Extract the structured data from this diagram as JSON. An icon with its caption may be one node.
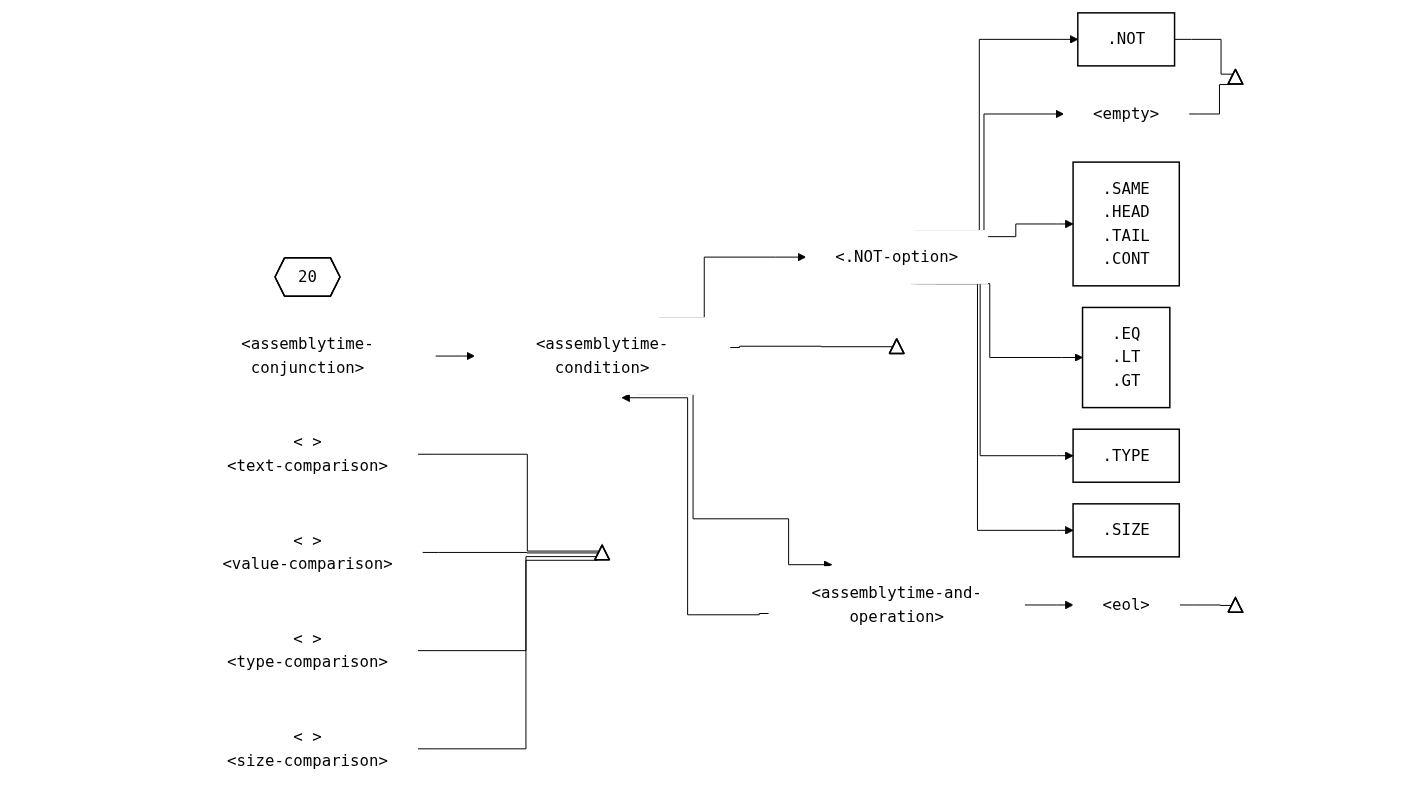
{
  "diagram": {
    "nodes": [
      {
        "text": [
          "20"
        ]
      },
      {
        "text": [
          "<assemblytime-conjunction>"
        ]
      },
      {
        "text": [
          "<assemblytime-condition>"
        ]
      },
      {
        "text": [
          "<.NOT-option>"
        ]
      },
      {
        "text": [
          ".NOT"
        ]
      },
      {
        "text": [
          "<empty>"
        ]
      },
      {
        "text": [],
        "shape": "triangle"
      },
      {
        "text": [
          ".SAME",
          ".HEAD",
          ".TAIL",
          ".CONT"
        ]
      },
      {
        "text": [
          "< >",
          "<text-comparison>"
        ]
      },
      {
        "text": [
          ".EQ",
          ".LT",
          ".GT"
        ]
      },
      {
        "text": [
          "< >",
          "<value-comparison>"
        ]
      },
      {
        "text": [
          ".TYPE"
        ]
      },
      {
        "text": [
          "< >",
          "<type-comparison>"
        ]
      },
      {
        "text": [
          ".SIZE"
        ]
      },
      {
        "text": [
          "< >",
          "<size-comparison>"
        ]
      },
      {
        "text": [],
        "shape": "triangle"
      },
      {
        "text": [],
        "shape": "triangle"
      },
      {
        "text": [
          "<assemblytime-and-operation>"
        ]
      },
      {
        "text": [
          "<eol>"
        ]
      },
      {
        "text": [],
        "shape": "triangle"
      }
    ],
    "edges": [
      {
        "from": 1,
        "to": 2,
        "arrow": "to"
      },
      {
        "from": 2,
        "to": 16,
        "arrow": "none"
      },
      {
        "from": 2,
        "to": 3,
        "arrow": "to"
      },
      {
        "from": 3,
        "to": 4,
        "arrow": "to"
      },
      {
        "from": 3,
        "to": 5,
        "arrow": "to"
      },
      {
        "from": 4,
        "to": 6,
        "arrow": "none"
      },
      {
        "from": 5,
        "to": 6,
        "arrow": "none"
      },
      {
        "from": 3,
        "to": 7,
        "arrow": "to"
      },
      {
        "from": 3,
        "to": 9,
        "arrow": "to"
      },
      {
        "from": 3,
        "to": 11,
        "arrow": "to"
      },
      {
        "from": 3,
        "to": 13,
        "arrow": "to"
      },
      {
        "from": 8,
        "to": 15,
        "arrow": "none"
      },
      {
        "from": 10,
        "to": 15,
        "arrow": "none"
      },
      {
        "from": 12,
        "to": 15,
        "arrow": "none"
      },
      {
        "from": 14,
        "to": 15,
        "arrow": "none"
      },
      {
        "from": 2,
        "to": 17,
        "arrow": "to"
      },
      {
        "from": 17,
        "to": 2,
        "arrow": "to"
      },
      {
        "from": 17,
        "to": 18,
        "arrow": "to"
      },
      {
        "from": 18,
        "to": 19,
        "arrow": "none"
      }
    ]
  }
}
